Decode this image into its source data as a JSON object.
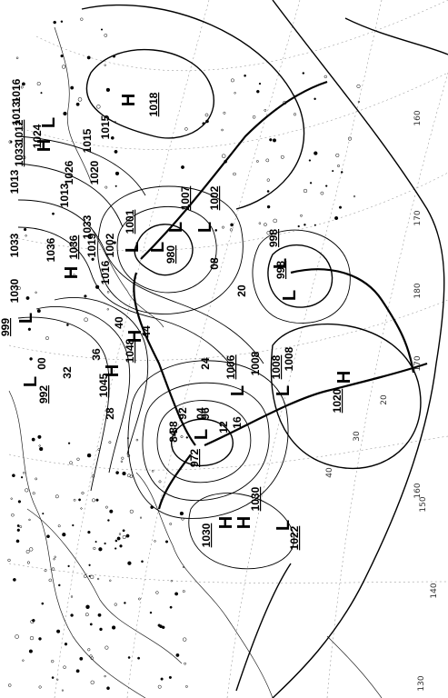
{
  "map": {
    "type": "surface-analysis",
    "colors": {
      "isobar": "#000000",
      "background": "#ffffff",
      "graticule": "#888888"
    },
    "pressure_systems": [
      {
        "kind": "H",
        "value": "1018"
      },
      {
        "kind": "L",
        "value": "1007"
      },
      {
        "kind": "L",
        "value": "1002"
      },
      {
        "kind": "L",
        "value": "980"
      },
      {
        "kind": "L",
        "value": "1001"
      },
      {
        "kind": "L",
        "value": "998"
      },
      {
        "kind": "L",
        "value": "998"
      },
      {
        "kind": "H",
        "value": "1048"
      },
      {
        "kind": "H",
        "value": "1045"
      },
      {
        "kind": "L",
        "value": "972"
      },
      {
        "kind": "L",
        "value": "1006"
      },
      {
        "kind": "L",
        "value": "1008"
      },
      {
        "kind": "H",
        "value": "1020"
      },
      {
        "kind": "H",
        "value": "1030"
      },
      {
        "kind": "H",
        "value": "1030"
      },
      {
        "kind": "L",
        "value": "1022"
      },
      {
        "kind": "L",
        "value": "992"
      },
      {
        "kind": "H",
        "value": "1033"
      },
      {
        "kind": "H",
        "value": "1036"
      },
      {
        "kind": "L",
        "value": "1012"
      },
      {
        "kind": "L",
        "value": "999"
      }
    ],
    "isobar_labels": [
      "1016",
      "1013",
      "1024",
      "1013",
      "1015",
      "1015",
      "1020",
      "1026",
      "1013",
      "1033",
      "1019",
      "1016",
      "1002",
      "1036",
      "1030",
      "1033",
      "1008",
      "1008",
      "28",
      "24",
      "20",
      "16",
      "12",
      "08",
      "04",
      "00",
      "36",
      "32",
      "40",
      "44",
      "96",
      "92",
      "88",
      "84"
    ],
    "longitude_labels": [
      "130",
      "140",
      "150",
      "160",
      "170",
      "180",
      "170",
      "160"
    ],
    "latitude_labels": [
      "20",
      "30",
      "40"
    ]
  }
}
